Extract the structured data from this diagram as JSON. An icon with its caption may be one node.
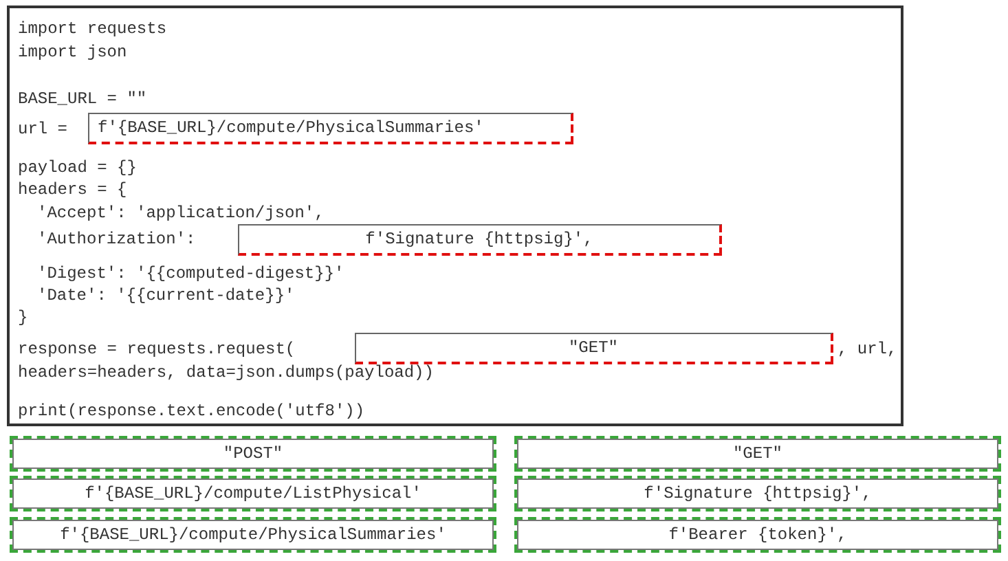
{
  "diagram": {
    "nodes": [
      {
        "text": [],
        "shape": "box"
      },
      {
        "text": [
          "f'{BASE_URL}/compute/PhysicalSummaries'"
        ],
        "in": 0
      },
      {
        "text": [
          "f'Signature {httpsig}',"
        ],
        "in": 0
      },
      {
        "text": [
          "\"GET\""
        ],
        "in": 0
      },
      {
        "text": [
          "\"POST\""
        ]
      },
      {
        "text": [
          "\"GET\""
        ]
      },
      {
        "text": [
          "f'{BASE_URL}/compute/ListPhysical'"
        ]
      },
      {
        "text": [
          "f'Signature {httpsig}',"
        ]
      },
      {
        "text": [
          "f'{BASE_URL}/compute/PhysicalSummaries'"
        ]
      },
      {
        "text": [
          "f'Bearer {token}',"
        ]
      }
    ],
    "labels": [
      "import requests",
      "import json",
      "BASE_URL = \"\"",
      "url =",
      "payload = {}",
      "headers = {",
      "'Accept': 'application/json',",
      "'Authorization':",
      "'Digest': '{{computed-digest}}'",
      "'Date': '{{current-date}}'",
      "}",
      "response = requests.request(",
      ", url,",
      "headers=headers, data=json.dumps(payload))",
      "print(response.text.encode('utf8'))"
    ]
  }
}
